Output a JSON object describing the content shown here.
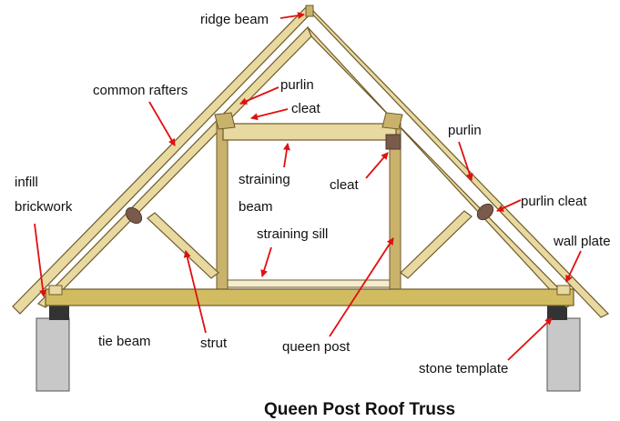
{
  "title": "Queen Post Roof Truss",
  "colors": {
    "timber": "#e8d9a0",
    "timber_dark": "#c9b36c",
    "timber_edge": "#6e5a2a",
    "tie_beam": "#d2bc62",
    "leader": "#e01010",
    "stone": "#c8c8c8",
    "wall_plate": "#333333",
    "cleat": "#7a5a4a"
  },
  "labels": {
    "ridge_beam": "ridge beam",
    "common_rafters": "common rafters",
    "purlin_left": "purlin",
    "cleat_top": "cleat",
    "purlin_right": "purlin",
    "infill": "infill",
    "brickwork": "brickwork",
    "straining": "straining",
    "beam": "beam",
    "cleat_mid": "cleat",
    "purlin_cleat": "purlin cleat",
    "straining_sill": "straining sill",
    "wall_plate": "wall plate",
    "tie_beam": "tie beam",
    "strut": "strut",
    "queen_post": "queen post",
    "stone_template": "stone template"
  }
}
